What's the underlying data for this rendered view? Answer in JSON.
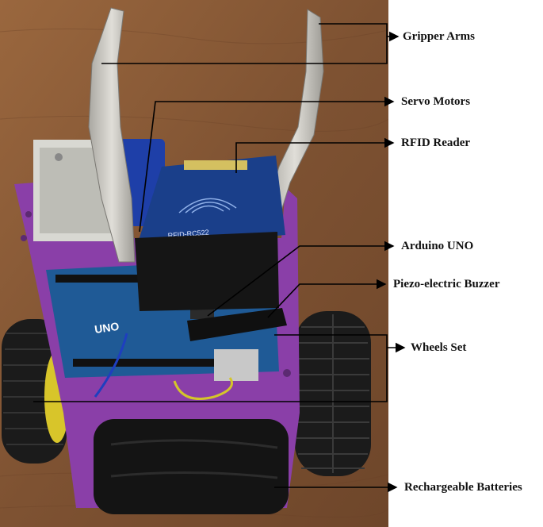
{
  "labels": {
    "gripper_arms": "Gripper Arms",
    "servo_motors": "Servo Motors",
    "rfid_reader": "RFID Reader",
    "arduino_uno": "Arduino UNO",
    "piezo_buzzer": "Piezo-electric  Buzzer",
    "wheels_set": "Wheels Set",
    "batteries": "Rechargeable Batteries"
  },
  "board_text": {
    "rfid_module": "RFID-RC522",
    "uno_logo": "UNO"
  },
  "colors": {
    "wood": "#8a5a35",
    "chassis": "#8a3fa8",
    "arduino": "#1f5a96",
    "rfid": "#1a3f8a",
    "tire": "#1b1b1b",
    "rim": "#d8c52a",
    "aluminum": "#c9c7c0",
    "tape": "#151515",
    "leader": "#000000"
  }
}
